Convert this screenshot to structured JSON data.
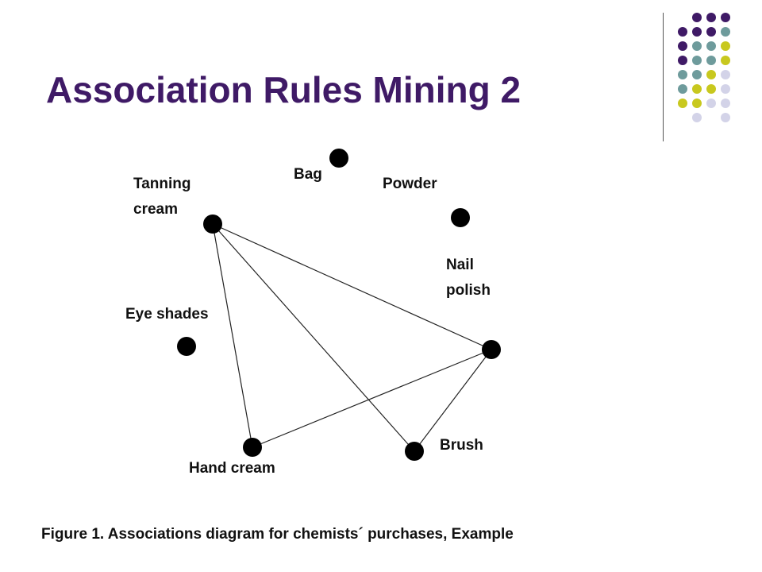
{
  "slide": {
    "title": "Association Rules Mining 2",
    "caption": "Figure 1. Associations diagram for chemists´ purchases, Example"
  },
  "colors": {
    "title": "#3f1a66",
    "purple": "#3f1a66",
    "teal": "#6e9b9c",
    "yellow": "#c8c81e",
    "lavender": "#d3d3e8",
    "node": "#000000"
  },
  "diagram": {
    "nodes": [
      {
        "id": "bag",
        "label": "Bag"
      },
      {
        "id": "powder",
        "label": "Powder"
      },
      {
        "id": "tanning",
        "label": "Tanning cream",
        "lines": [
          "Tanning",
          "cream"
        ]
      },
      {
        "id": "nail",
        "label": "Nail polish",
        "lines": [
          "Nail",
          "polish"
        ]
      },
      {
        "id": "eye",
        "label": "Eye shades"
      },
      {
        "id": "hand",
        "label": "Hand cream"
      },
      {
        "id": "brush",
        "label": "Brush"
      }
    ],
    "edges": [
      {
        "from": "tanning",
        "to": "hand"
      },
      {
        "from": "tanning",
        "to": "brush"
      },
      {
        "from": "tanning",
        "to": "nail"
      },
      {
        "from": "nail",
        "to": "hand"
      },
      {
        "from": "nail",
        "to": "brush"
      }
    ]
  }
}
